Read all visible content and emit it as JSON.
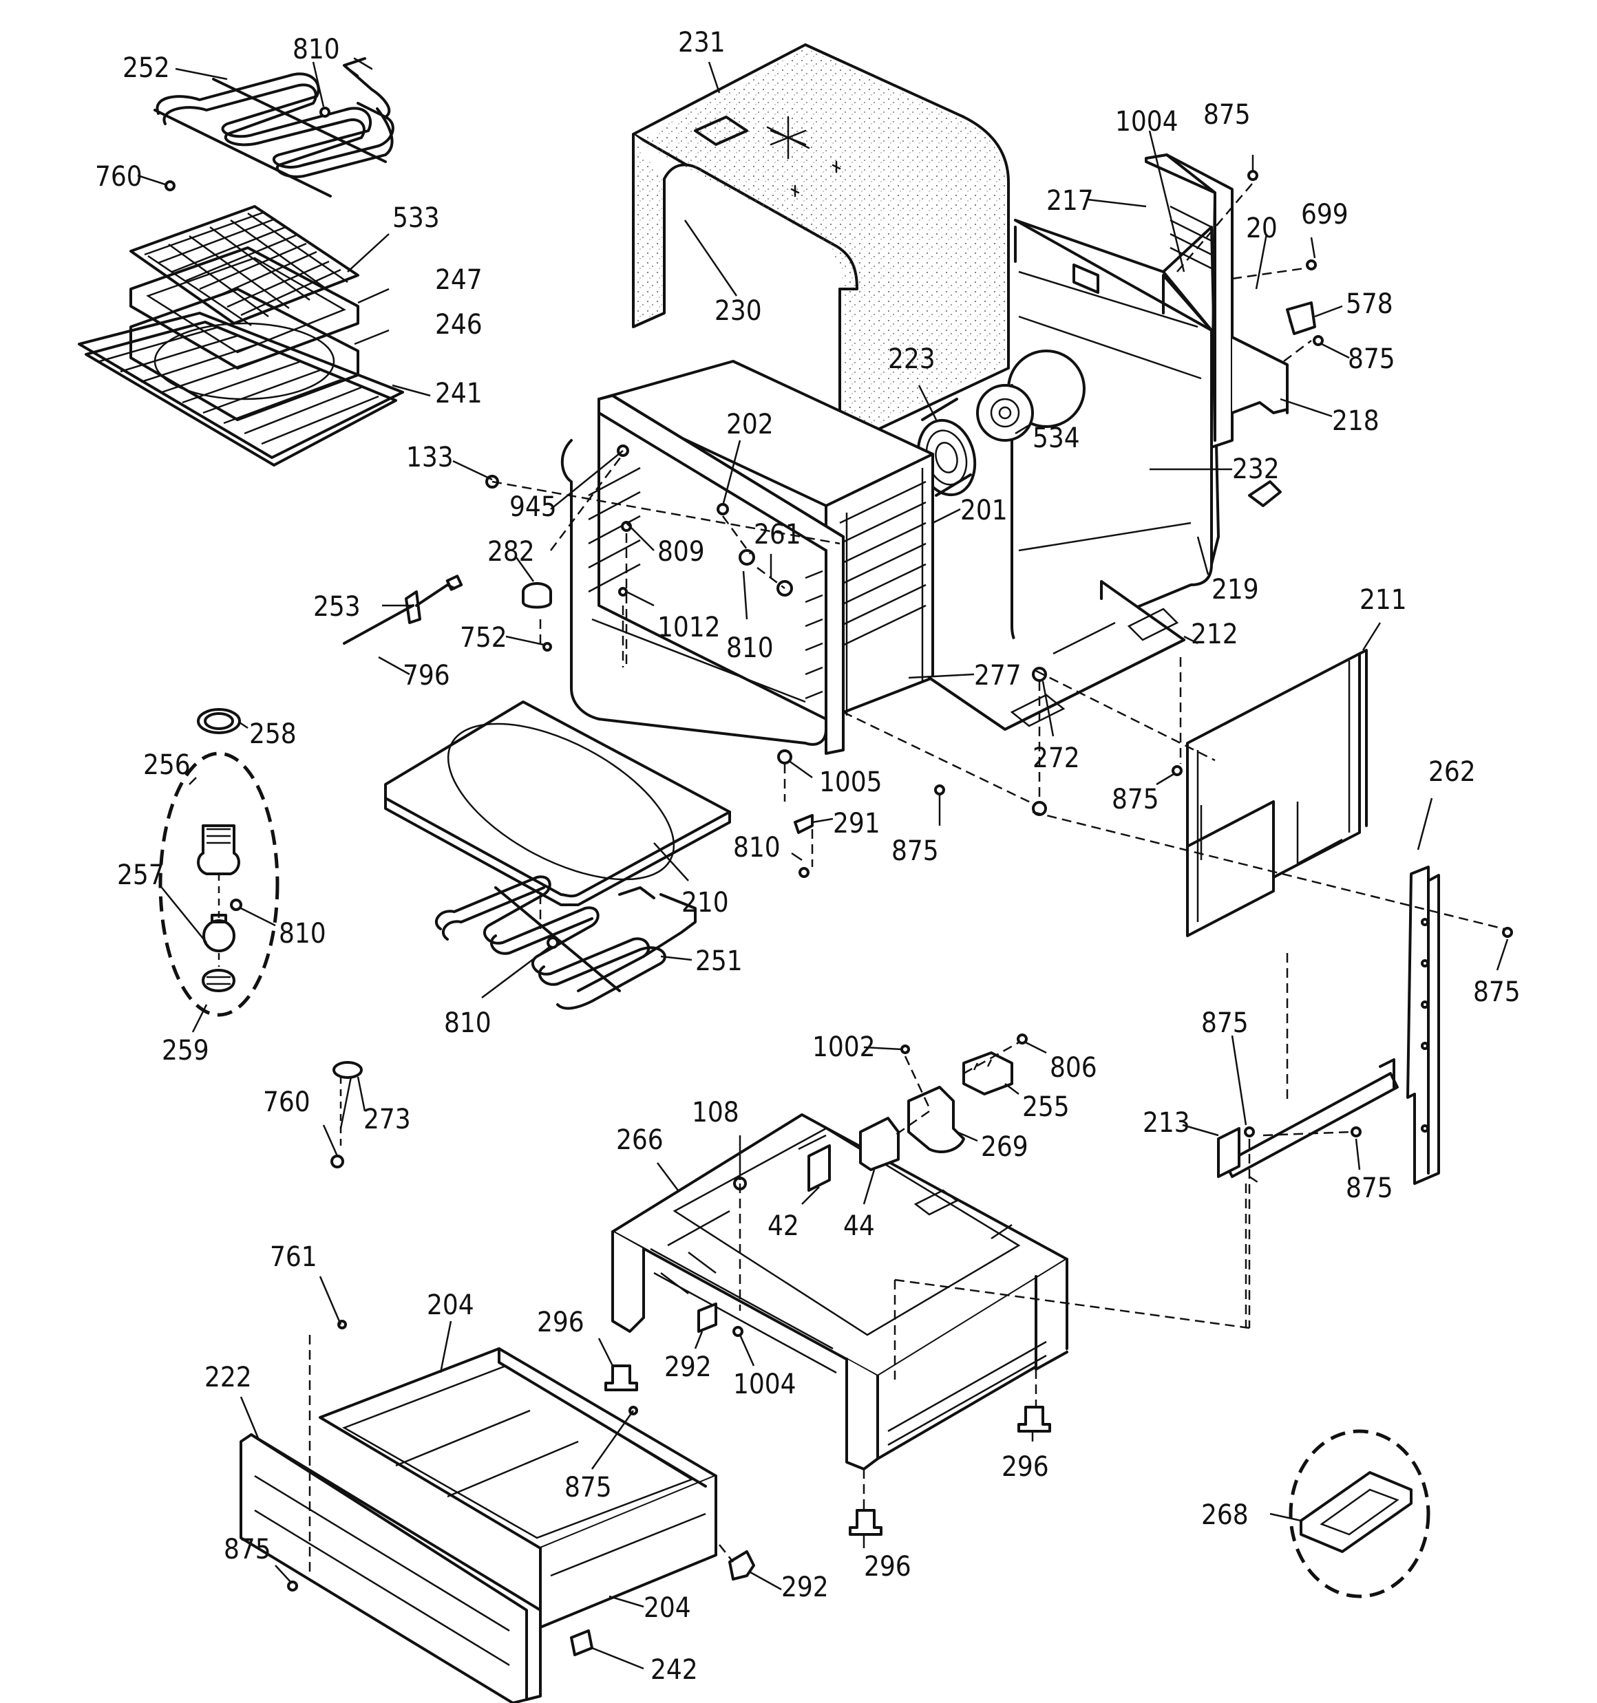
{
  "diagram": {
    "callouts": [
      "252",
      "810",
      "760",
      "533",
      "247",
      "246",
      "241",
      "231",
      "230",
      "223",
      "534",
      "1004",
      "875",
      "217",
      "20",
      "699",
      "578",
      "875",
      "218",
      "232",
      "219",
      "133",
      "945",
      "202",
      "809",
      "261",
      "201",
      "282",
      "253",
      "752",
      "796",
      "1012",
      "810",
      "277",
      "212",
      "211",
      "272",
      "875",
      "1005",
      "291",
      "875",
      "810",
      "210",
      "258",
      "256",
      "257",
      "810",
      "259",
      "251",
      "810",
      "262",
      "875",
      "1002",
      "806",
      "255",
      "269",
      "875",
      "213",
      "875",
      "108",
      "266",
      "42",
      "44",
      "760",
      "273",
      "761",
      "204",
      "296",
      "292",
      "1004",
      "222",
      "875",
      "296",
      "296",
      "268",
      "875",
      "292",
      "204",
      "242"
    ]
  }
}
